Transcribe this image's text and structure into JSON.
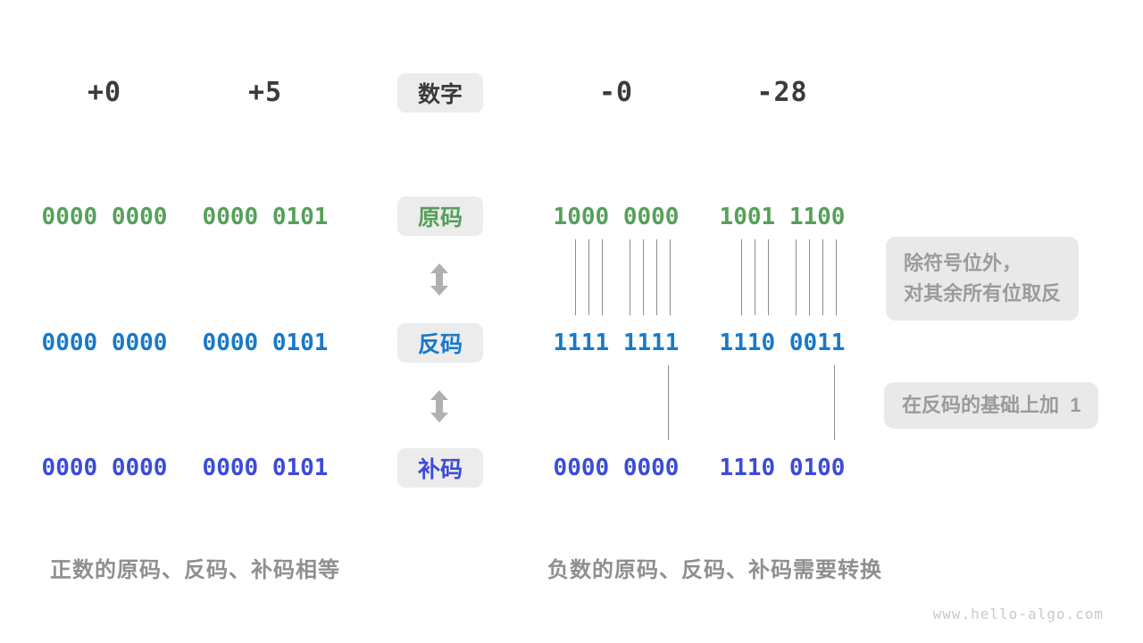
{
  "header": {
    "labels": [
      "+0",
      "+5",
      "-0",
      "-28"
    ],
    "badge": "数字"
  },
  "rows": [
    {
      "id": "sign-magnitude",
      "badge": "原码",
      "color": "#56a05a",
      "values": [
        "0000 0000",
        "0000 0101",
        "1000 0000",
        "1001 1100"
      ]
    },
    {
      "id": "ones-complement",
      "badge": "反码",
      "color": "#1879c9",
      "values": [
        "0000 0000",
        "0000 0101",
        "1111 1111",
        "1110 0011"
      ]
    },
    {
      "id": "twos-complement",
      "badge": "补码",
      "color": "#3c4bd8",
      "values": [
        "0000 0000",
        "0000 0101",
        "0000 0000",
        "1110 0100"
      ]
    }
  ],
  "annotations": {
    "invert_line1": "除符号位外，",
    "invert_line2": "对其余所有位取反",
    "add_one": "在反码的基础上加  1"
  },
  "captions": {
    "positive": "正数的原码、反码、补码相等",
    "negative": "负数的原码、反码、补码需要转换"
  },
  "watermark": "www.hello-algo.com",
  "colors": {
    "header_text": "#3a3a3a",
    "badge_background": "#ececec",
    "annotation_background": "#e9e9e9",
    "annotation_text": "#9b9b9b",
    "caption_text": "#8f8f8f",
    "arrow": "#b0b0b0",
    "tick_line": "#8d8d8d",
    "watermark_text": "#c9c9c9"
  }
}
